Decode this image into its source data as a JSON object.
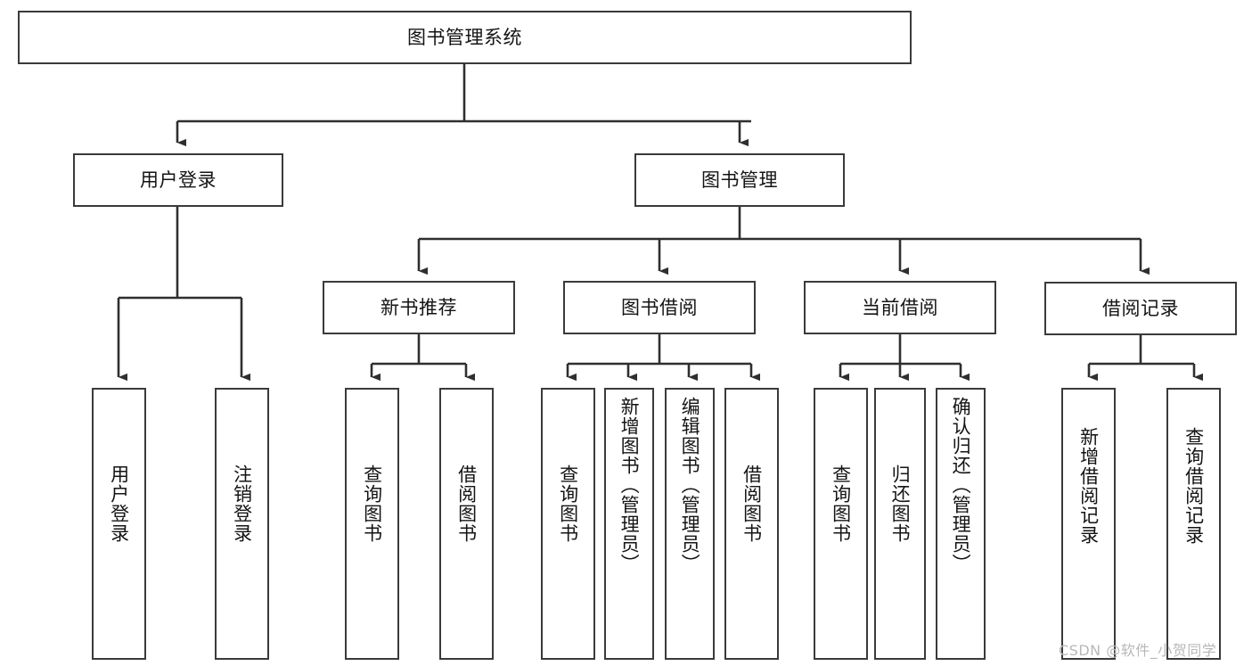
{
  "diagram": {
    "title": "图书管理系统",
    "type": "tree-hierarchy",
    "watermark": "CSDN @软件_小贺同学",
    "colors": {
      "background": "#ffffff",
      "node_border": "#3a3a3a",
      "node_fill": "#ffffff",
      "edge": "#2f2f2f",
      "text": "#141414",
      "watermark": "#b8b8b8"
    },
    "root": {
      "id": "root",
      "label": "图书管理系统",
      "orientation": "horizontal"
    },
    "level2": [
      {
        "id": "user-login",
        "label": "用户登录",
        "orientation": "horizontal"
      },
      {
        "id": "book-manage",
        "label": "图书管理",
        "orientation": "horizontal"
      }
    ],
    "level3": [
      {
        "id": "new-book-recommend",
        "label": "新书推荐",
        "orientation": "horizontal",
        "parent": "book-manage"
      },
      {
        "id": "book-borrow",
        "label": "图书借阅",
        "orientation": "horizontal",
        "parent": "book-manage"
      },
      {
        "id": "current-borrow",
        "label": "当前借阅",
        "orientation": "horizontal",
        "parent": "book-manage"
      },
      {
        "id": "borrow-record",
        "label": "借阅记录",
        "orientation": "horizontal",
        "parent": "book-manage"
      }
    ],
    "leaves": [
      {
        "id": "leaf-user-login",
        "label": "用户登录",
        "parent": "user-login",
        "orientation": "vertical"
      },
      {
        "id": "leaf-logout",
        "label": "注销登录",
        "parent": "user-login",
        "orientation": "vertical"
      },
      {
        "id": "leaf-query-book-1",
        "label": "查询图书",
        "parent": "new-book-recommend",
        "orientation": "vertical"
      },
      {
        "id": "leaf-borrow-book-1",
        "label": "借阅图书",
        "parent": "new-book-recommend",
        "orientation": "vertical"
      },
      {
        "id": "leaf-query-book-2",
        "label": "查询图书",
        "parent": "book-borrow",
        "orientation": "vertical"
      },
      {
        "id": "leaf-add-book",
        "label": "新增图书（管理员）",
        "parent": "book-borrow",
        "orientation": "vertical"
      },
      {
        "id": "leaf-edit-book",
        "label": "编辑图书（管理员）",
        "parent": "book-borrow",
        "orientation": "vertical"
      },
      {
        "id": "leaf-borrow-book-2",
        "label": "借阅图书",
        "parent": "book-borrow",
        "orientation": "vertical"
      },
      {
        "id": "leaf-query-book-3",
        "label": "查询图书",
        "parent": "current-borrow",
        "orientation": "vertical"
      },
      {
        "id": "leaf-return-book",
        "label": "归还图书",
        "parent": "current-borrow",
        "orientation": "vertical"
      },
      {
        "id": "leaf-confirm-return",
        "label": "确认归还（管理员）",
        "parent": "current-borrow",
        "orientation": "vertical"
      },
      {
        "id": "leaf-add-record",
        "label": "新增借阅记录",
        "parent": "borrow-record",
        "orientation": "vertical"
      },
      {
        "id": "leaf-query-record",
        "label": "查询借阅记录",
        "parent": "borrow-record",
        "orientation": "vertical"
      }
    ]
  }
}
